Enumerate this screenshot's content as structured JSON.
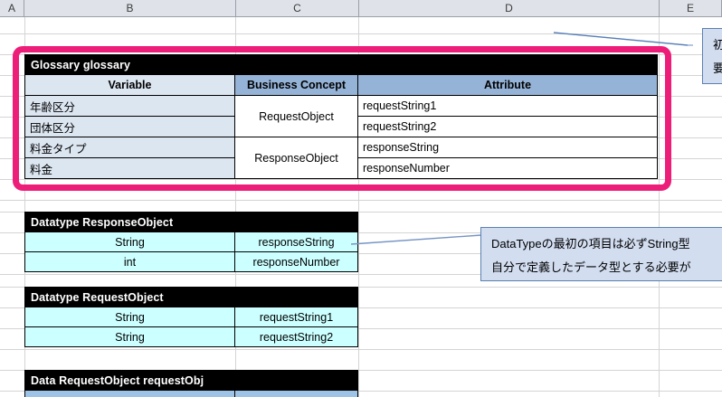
{
  "app": {
    "type": "spreadsheet",
    "columns": [
      "A",
      "B",
      "C",
      "D",
      "E"
    ]
  },
  "colors": {
    "header_black": "#000000",
    "header_blue_dark": "#95b3d7",
    "header_blue_light": "#dce6f1",
    "datatype_cyan": "#ccffff",
    "data_blue": "#9dc3e6",
    "highlight_pink": "#ed1e79",
    "callout_fill": "#d2ddf0",
    "callout_border": "#5b7fb0",
    "grid_line": "#d4d4d4",
    "column_header_bg": "#dfe3e9"
  },
  "glossary": {
    "title": "Glossary glossary",
    "headers": {
      "variable": "Variable",
      "business_concept": "Business Concept",
      "attribute": "Attribute"
    },
    "variables": [
      "年齢区分",
      "団体区分",
      "料金タイプ",
      "料金"
    ],
    "business_concepts": [
      "RequestObject",
      "ResponseObject"
    ],
    "attributes": [
      "requestString1",
      "requestString2",
      "responseString",
      "responseNumber"
    ]
  },
  "datatype_response": {
    "title": "Datatype ResponseObject",
    "rows": [
      {
        "type": "String",
        "name": "responseString"
      },
      {
        "type": "int",
        "name": "responseNumber"
      }
    ]
  },
  "datatype_request": {
    "title": "Datatype RequestObject",
    "rows": [
      {
        "type": "String",
        "name": "requestString1"
      },
      {
        "type": "String",
        "name": "requestString2"
      }
    ]
  },
  "data_block": {
    "title": "Data RequestObject requestObj"
  },
  "callouts": {
    "top": {
      "line1": "初",
      "line2": "要"
    },
    "middle": {
      "line1": "DataTypeの最初の項目は必ずString型",
      "line2": "自分で定義したデータ型とする必要が"
    }
  }
}
